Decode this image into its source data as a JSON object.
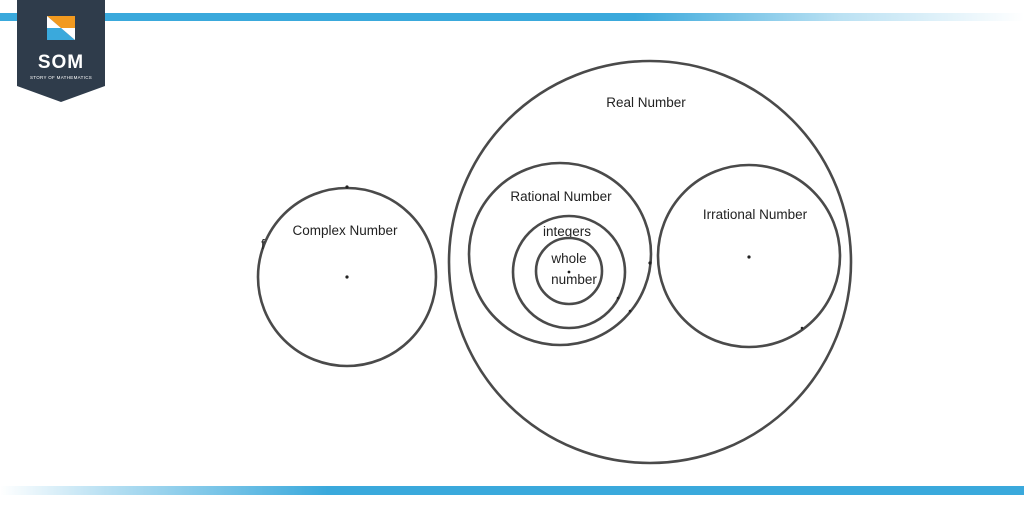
{
  "logo": {
    "title": "SOM",
    "subtitle": "STORY OF MATHEMATICS",
    "colors": {
      "badge": "#2f3c4b",
      "orange": "#f29a1f",
      "blue": "#3aa9dc"
    }
  },
  "accent_color": "#3aa9dc",
  "diagram": {
    "labels": {
      "complex": "Complex Number",
      "real": "Real Number",
      "rational": "Rational Number",
      "irrational": "Irrational Number",
      "integers": "integers",
      "whole_line1": "whole",
      "whole_line2": "number",
      "stray_mark": "f"
    }
  }
}
